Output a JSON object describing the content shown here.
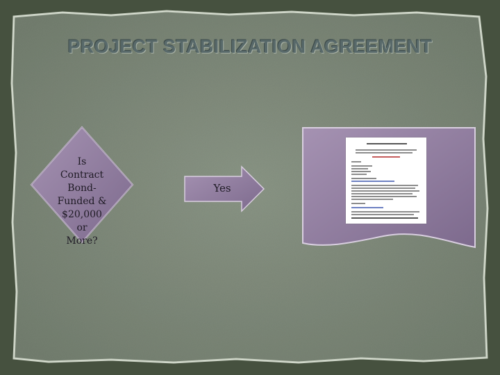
{
  "slide": {
    "title": "PROJECT STABILIZATION AGREEMENT"
  },
  "flow": {
    "decision_text": "Is Contract\nBond-\nFunded &\n$20,000 or\nMore?",
    "arrow_label": "Yes"
  },
  "colors": {
    "background": "#4b5646",
    "slide_fill": "#7f8a7a",
    "shape_fill": "#8e7a9c",
    "title": "#58696a"
  }
}
